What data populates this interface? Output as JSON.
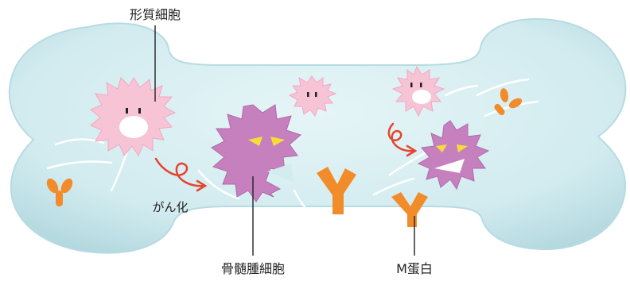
{
  "labels": {
    "plasma_cell": "形質細胞",
    "transformation": "がん化",
    "myeloma_cell": "骨髄腫細胞",
    "m_protein": "M蛋白"
  },
  "colors": {
    "bone_fill": "#d3ecef",
    "bone_shade": "#b7dbe2",
    "normal_cell": "#f7c4d6",
    "normal_cell_stroke": "#f0a9c3",
    "myeloma_cell": "#c780be",
    "myeloma_cell_stroke": "#b06aa9",
    "eyes_angry": "#f4dc3a",
    "antibody": "#f28c2a",
    "arrow": "#e5442f",
    "text": "#222222",
    "line": "#222222"
  },
  "icons": [
    "bone-shape",
    "plasma-cell-icon",
    "myeloma-cell-icon",
    "antibody-icon",
    "transformation-arrow-icon"
  ]
}
